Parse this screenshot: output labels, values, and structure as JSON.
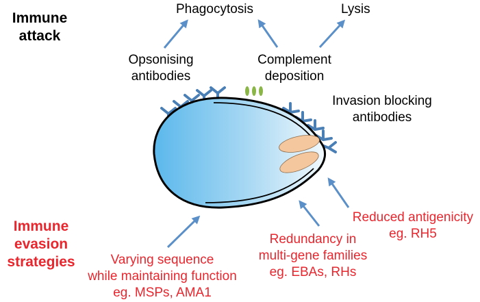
{
  "colors": {
    "arrow": "#5b8fc7",
    "antibody": "#4a7fb5",
    "cell_light": "#e6f3fb",
    "cell_dark": "#5bb8ec",
    "rhoptry": "#f5c79e",
    "complement": "#8ab547",
    "evasion_text": "#e8262e",
    "attack_text": "#000000"
  },
  "section_titles": {
    "attack_line1": "Immune",
    "attack_line2": "attack",
    "evasion_line1": "Immune",
    "evasion_line2": "evasion",
    "evasion_line3": "strategies"
  },
  "outcomes": {
    "phagocytosis": "Phagocytosis",
    "lysis": "Lysis"
  },
  "mechanisms": {
    "opsonising_line1": "Opsonising",
    "opsonising_line2": "antibodies",
    "complement_line1": "Complement",
    "complement_line2": "deposition",
    "invasion_line1": "Invasion blocking",
    "invasion_line2": "antibodies"
  },
  "strategies": {
    "varying_line1": "Varying sequence",
    "varying_line2": "while maintaining function",
    "varying_line3": "eg. MSPs, AMA1",
    "redundancy_line1": "Redundancy in",
    "redundancy_line2": "multi-gene families",
    "redundancy_line3": "eg. EBAs, RHs",
    "reduced_line1": "Reduced antigenicity",
    "reduced_line2": "eg. RH5"
  }
}
